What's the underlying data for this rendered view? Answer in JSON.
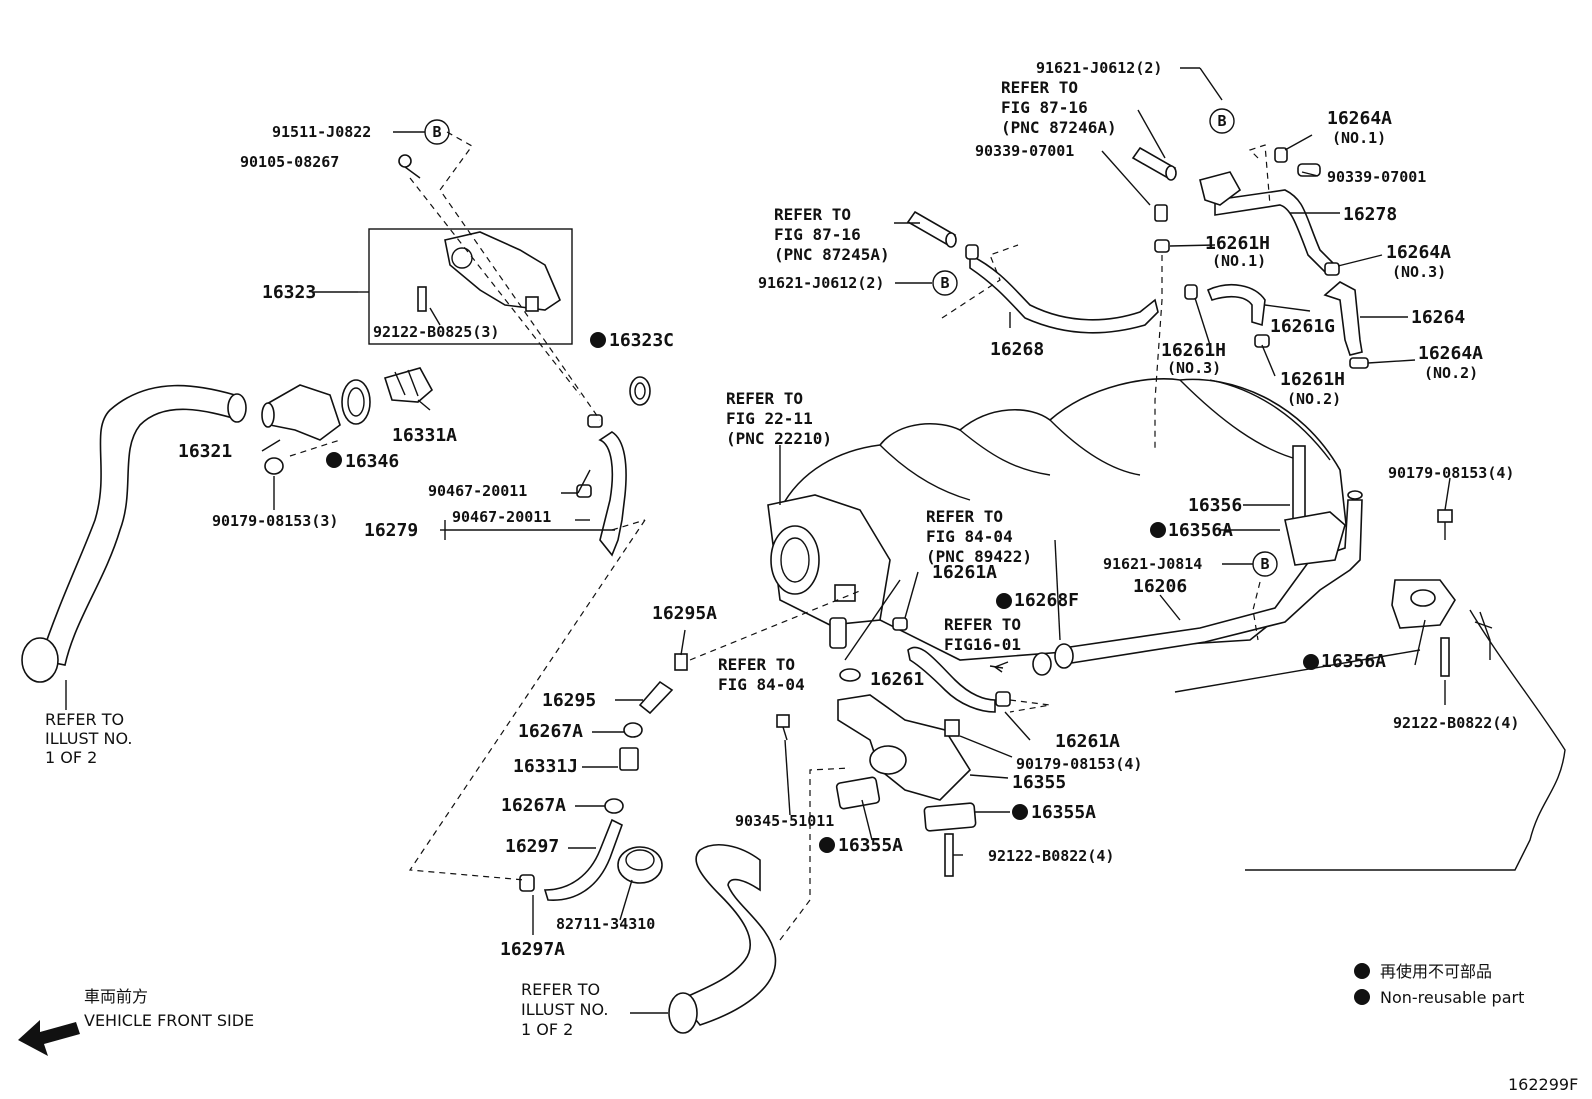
{
  "parts": {
    "p91511": "91511-J0822",
    "p90105": "90105-08267",
    "p16323": "16323",
    "p92122_3": "92122-B0825(3)",
    "p16323C": "16323C",
    "p16331A": "16331A",
    "p16321": "16321",
    "p16346": "16346",
    "p90179_3": "90179-08153(3)",
    "p90467a": "90467-20011",
    "p90467b": "90467-20011",
    "p16279": "16279",
    "p16295A": "16295A",
    "p16295": "16295",
    "p16267A_1": "16267A",
    "p16331J": "16331J",
    "p16267A_2": "16267A",
    "p16297": "16297",
    "p82711": "82711-34310",
    "p16297A": "16297A",
    "p91621_top": "91621-J0612(2)",
    "p90339_left": "90339-07001",
    "p16264A_1": "16264A",
    "p16264A_1n": "(NO.1)",
    "p90339_right": "90339-07001",
    "p16278": "16278",
    "p16261H_1": "16261H",
    "p16261H_1n": "(NO.1)",
    "p16264A_3": "16264A",
    "p16264A_3n": "(NO.3)",
    "p91621_mid": "91621-J0612(2)",
    "p16261G": "16261G",
    "p16264": "16264",
    "p16268": "16268",
    "p16261H_3": "16261H",
    "p16261H_3n": "(NO.3)",
    "p16261H_2": "16261H",
    "p16261H_2n": "(NO.2)",
    "p16264A_2": "16264A",
    "p16264A_2n": "(NO.2)",
    "p90179_4a": "90179-08153(4)",
    "p16356": "16356",
    "p16356A_1": "16356A",
    "p91621_J0814": "91621-J0814",
    "p16206": "16206",
    "p16261A_1": "16261A",
    "p16268F": "16268F",
    "p16261": "16261",
    "p16261A_2": "16261A",
    "p16356A_2": "16356A",
    "p92122_4a": "92122-B0822(4)",
    "p90179_4b": "90179-08153(4)",
    "p16355": "16355",
    "p16355A_1": "16355A",
    "p90345": "90345-51011",
    "p16355A_2": "16355A",
    "p92122_4b": "92122-B0822(4)"
  },
  "refs": {
    "r_87_16a": [
      "REFER TO",
      "FIG 87-16",
      "(PNC 87246A)"
    ],
    "r_87_16b": [
      "REFER TO",
      "FIG 87-16",
      "(PNC 87245A)"
    ],
    "r_22_11": [
      "REFER TO",
      "FIG 22-11",
      "(PNC 22210)"
    ],
    "r_84_04a": [
      "REFER TO",
      "FIG 84-04",
      "(PNC 89422)"
    ],
    "r_16_01": [
      "REFER TO",
      "FIG16-01"
    ],
    "r_84_04b": [
      "REFER TO",
      "FIG 84-04"
    ],
    "r_illust_left": [
      "REFER TO",
      "ILLUST NO.",
      "1 OF 2"
    ],
    "r_illust_bottom": [
      "REFER TO",
      "ILLUST NO.",
      "1 OF 2"
    ]
  },
  "circle_letter": "B",
  "legend": {
    "japanese": "再使用不可部品",
    "english": "Non-reusable part"
  },
  "front": {
    "japanese": "車両前方",
    "english": "VEHICLE FRONT SIDE"
  },
  "figure_id": "162299F"
}
